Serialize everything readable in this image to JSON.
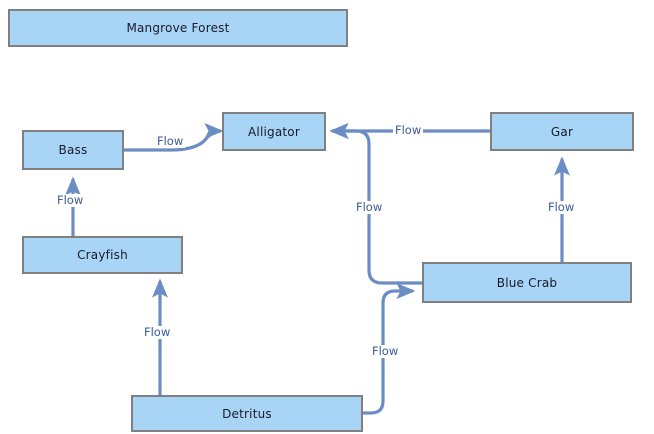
{
  "diagram": {
    "title_box": {
      "label": "Mangrove Forest"
    },
    "colors": {
      "node_fill": "#a8d4f5",
      "node_border": "#808080",
      "connector": "#6b8dc4",
      "label_text": "#3b5a9a",
      "node_text": "#1a1a2e",
      "background": "#ffffff"
    },
    "nodes": [
      {
        "id": "mangrove_forest",
        "label": "Mangrove Forest"
      },
      {
        "id": "bass",
        "label": "Bass"
      },
      {
        "id": "alligator",
        "label": "Alligator"
      },
      {
        "id": "gar",
        "label": "Gar"
      },
      {
        "id": "crayfish",
        "label": "Crayfish"
      },
      {
        "id": "blue_crab",
        "label": "Blue Crab"
      },
      {
        "id": "detritus",
        "label": "Detritus"
      }
    ],
    "edges": [
      {
        "from": "bass",
        "to": "alligator",
        "label": "Flow"
      },
      {
        "from": "gar",
        "to": "alligator",
        "label": "Flow"
      },
      {
        "from": "blue_crab",
        "to": "alligator",
        "label": "Flow"
      },
      {
        "from": "blue_crab",
        "to": "gar",
        "label": "Flow"
      },
      {
        "from": "crayfish",
        "to": "bass",
        "label": "Flow"
      },
      {
        "from": "detritus",
        "to": "crayfish",
        "label": "Flow"
      },
      {
        "from": "detritus",
        "to": "blue_crab",
        "label": "Flow"
      }
    ]
  }
}
